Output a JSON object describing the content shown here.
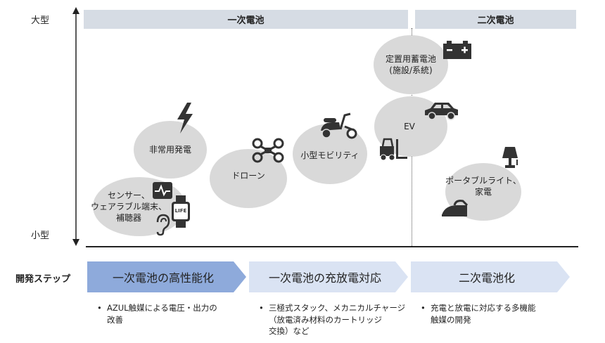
{
  "axis": {
    "top_label": "大型",
    "bottom_label": "小型"
  },
  "headers": {
    "primary": "一次電池",
    "secondary": "二次電池"
  },
  "bubbles": {
    "stationary": "定置用蓄電池\n(施設/系統)",
    "ev": "EV",
    "emergency": "非常用発電",
    "drone": "ドローン",
    "mobility": "小型モビリティ",
    "sensor": "センサー、\nウェアラブル端末、\n補聴器",
    "portable": "ポータブルライト、\n家電"
  },
  "icons": {
    "battery": "car-battery-icon",
    "car": "car-icon",
    "forklift": "forklift-icon",
    "lightning": "lightning-icon",
    "drone": "drone-icon",
    "scooter": "scooter-icon",
    "monitor": "heart-monitor-icon",
    "watch": "smartwatch-icon",
    "ear": "ear-icon",
    "lamp": "lamp-icon",
    "iron": "iron-icon"
  },
  "dev_steps_label": "開発ステップ",
  "steps": [
    {
      "label": "一次電池の高性能化",
      "color": "#8eaadb"
    },
    {
      "label": "一次電池の充放電対応",
      "color": "#dae3f3"
    },
    {
      "label": "二次電池化",
      "color": "#dae3f3"
    }
  ],
  "descriptions": {
    "step1": "AZUL触媒による電圧・出力の\n改善",
    "step2": "三極式スタック、メカニカルチャージ\n（放電済み材料のカートリッジ\n交換）など",
    "step3": "充電と放電に対応する多機能\n触媒の開発"
  },
  "watch_text": "LIFE"
}
